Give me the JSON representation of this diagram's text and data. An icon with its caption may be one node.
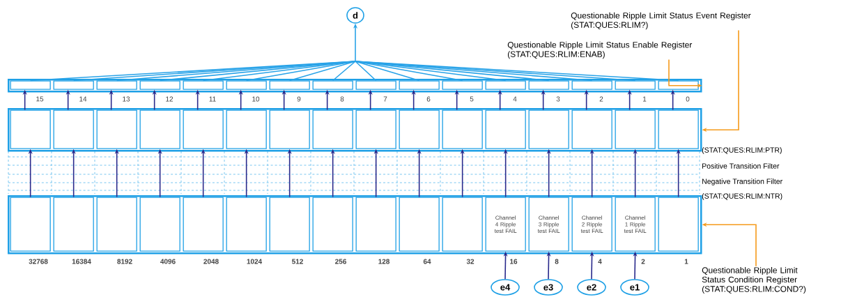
{
  "diagram": {
    "nodes": [
      {
        "text": [
          "d"
        ]
      },
      {
        "text": [
          "Questionable Ripple Limit Status Event Register (STAT:QUES:RLIM?)"
        ]
      },
      {
        "text": [
          "Questionable Ripple Limit Status Enable Register (STAT:QUES:RLIM:ENAB)"
        ]
      },
      {
        "text": [],
        "shape": "box"
      },
      {
        "text": [],
        "shape": "box",
        "in": 3
      },
      {
        "text": [],
        "shape": "box",
        "in": 3
      },
      {
        "text": [],
        "shape": "box",
        "in": 3
      },
      {
        "text": [],
        "shape": "box",
        "in": 3
      },
      {
        "text": [],
        "shape": "box",
        "in": 3
      },
      {
        "text": [],
        "shape": "box",
        "in": 3
      },
      {
        "text": [],
        "shape": "box",
        "in": 3
      },
      {
        "text": [],
        "shape": "box",
        "in": 3
      },
      {
        "text": [],
        "shape": "box",
        "in": 3
      },
      {
        "text": [],
        "shape": "box",
        "in": 3
      },
      {
        "text": [],
        "shape": "box",
        "in": 3
      },
      {
        "text": [],
        "shape": "box",
        "in": 3
      },
      {
        "text": [],
        "shape": "box",
        "in": 3
      },
      {
        "text": [],
        "shape": "box",
        "in": 3
      },
      {
        "text": [],
        "shape": "box",
        "in": 3
      },
      {
        "text": [],
        "shape": "box",
        "in": 3
      },
      {
        "text": [],
        "shape": "box"
      },
      {
        "text": [],
        "shape": "box",
        "in": 20
      },
      {
        "text": [],
        "shape": "box",
        "in": 20
      },
      {
        "text": [],
        "shape": "box",
        "in": 20
      },
      {
        "text": [],
        "shape": "box",
        "in": 20
      },
      {
        "text": [],
        "shape": "box",
        "in": 20
      },
      {
        "text": [],
        "shape": "box",
        "in": 20
      },
      {
        "text": [],
        "shape": "box",
        "in": 20
      },
      {
        "text": [],
        "shape": "box",
        "in": 20
      },
      {
        "text": [],
        "shape": "box",
        "in": 20
      },
      {
        "text": [],
        "shape": "box",
        "in": 20
      },
      {
        "text": [],
        "shape": "box",
        "in": 20
      },
      {
        "text": [],
        "shape": "box",
        "in": 20
      },
      {
        "text": [],
        "shape": "box",
        "in": 20
      },
      {
        "text": [],
        "shape": "box",
        "in": 20
      },
      {
        "text": [],
        "shape": "box",
        "in": 20
      },
      {
        "text": [],
        "shape": "box",
        "in": 20
      },
      {
        "text": [],
        "shape": "box"
      },
      {
        "text": [],
        "shape": "box",
        "in": 37
      },
      {
        "text": [],
        "shape": "box",
        "in": 37
      },
      {
        "text": [],
        "shape": "box",
        "in": 37
      },
      {
        "text": [],
        "shape": "box",
        "in": 37
      },
      {
        "text": [],
        "shape": "box",
        "in": 37
      },
      {
        "text": [],
        "shape": "box",
        "in": 37
      },
      {
        "text": [],
        "shape": "box",
        "in": 37
      },
      {
        "text": [],
        "shape": "box",
        "in": 37
      },
      {
        "text": [],
        "shape": "box",
        "in": 37
      },
      {
        "text": [],
        "shape": "box",
        "in": 37
      },
      {
        "text": [],
        "shape": "box",
        "in": 37
      },
      {
        "text": [
          "Channel 4 Ripple test FAIL"
        ],
        "in": 37
      },
      {
        "text": [
          "Channel 3 Ripple test FAIL"
        ],
        "in": 37
      },
      {
        "text": [
          "Channel 2 Ripple test FAIL"
        ],
        "in": 37
      },
      {
        "text": [
          "Channel 1 Ripple test FAIL"
        ],
        "in": 37
      },
      {
        "text": [],
        "shape": "box",
        "in": 37
      },
      {
        "text": [
          "Questionable Ripple Limit Status Condition Register (STAT:QUES:RLIM:COND?)"
        ]
      },
      {
        "text": [
          "e4"
        ]
      },
      {
        "text": [
          "e3"
        ]
      },
      {
        "text": [
          "e2"
        ]
      },
      {
        "text": [
          "e1"
        ]
      }
    ],
    "edges": [
      {
        "from": 4,
        "to": 0,
        "arrow": "to",
        "color": "#29a3e8"
      },
      {
        "from": 5,
        "to": 0,
        "arrow": "to",
        "color": "#29a3e8"
      },
      {
        "from": 6,
        "to": 0,
        "arrow": "to",
        "color": "#29a3e8"
      },
      {
        "from": 7,
        "to": 0,
        "arrow": "to",
        "color": "#29a3e8"
      },
      {
        "from": 8,
        "to": 0,
        "arrow": "to",
        "color": "#29a3e8"
      },
      {
        "from": 9,
        "to": 0,
        "arrow": "to",
        "color": "#29a3e8"
      },
      {
        "from": 10,
        "to": 0,
        "arrow": "to",
        "color": "#29a3e8"
      },
      {
        "from": 11,
        "to": 0,
        "arrow": "to",
        "color": "#29a3e8"
      },
      {
        "from": 12,
        "to": 0,
        "arrow": "to",
        "color": "#29a3e8"
      },
      {
        "from": 13,
        "to": 0,
        "arrow": "to",
        "color": "#29a3e8"
      },
      {
        "from": 14,
        "to": 0,
        "arrow": "to",
        "color": "#29a3e8"
      },
      {
        "from": 15,
        "to": 0,
        "arrow": "to",
        "color": "#29a3e8"
      },
      {
        "from": 16,
        "to": 0,
        "arrow": "to",
        "color": "#29a3e8"
      },
      {
        "from": 17,
        "to": 0,
        "arrow": "to",
        "color": "#29a3e8"
      },
      {
        "from": 18,
        "to": 0,
        "arrow": "to",
        "color": "#29a3e8"
      },
      {
        "from": 19,
        "to": 0,
        "arrow": "to",
        "color": "#29a3e8"
      },
      {
        "from": 21,
        "to": 4,
        "arrow": "to"
      },
      {
        "from": 22,
        "to": 5,
        "arrow": "to"
      },
      {
        "from": 23,
        "to": 6,
        "arrow": "to"
      },
      {
        "from": 24,
        "to": 7,
        "arrow": "to"
      },
      {
        "from": 25,
        "to": 8,
        "arrow": "to"
      },
      {
        "from": 26,
        "to": 9,
        "arrow": "to"
      },
      {
        "from": 27,
        "to": 10,
        "arrow": "to"
      },
      {
        "from": 28,
        "to": 11,
        "arrow": "to"
      },
      {
        "from": 29,
        "to": 12,
        "arrow": "to"
      },
      {
        "from": 30,
        "to": 13,
        "arrow": "to"
      },
      {
        "from": 31,
        "to": 14,
        "arrow": "to"
      },
      {
        "from": 32,
        "to": 15,
        "arrow": "to"
      },
      {
        "from": 33,
        "to": 16,
        "arrow": "to"
      },
      {
        "from": 34,
        "to": 17,
        "arrow": "to"
      },
      {
        "from": 35,
        "to": 18,
        "arrow": "to"
      },
      {
        "from": 36,
        "to": 19,
        "arrow": "to"
      },
      {
        "from": 38,
        "to": 21,
        "arrow": "to"
      },
      {
        "from": 39,
        "to": 22,
        "arrow": "to"
      },
      {
        "from": 40,
        "to": 23,
        "arrow": "to"
      },
      {
        "from": 41,
        "to": 24,
        "arrow": "to"
      },
      {
        "from": 42,
        "to": 25,
        "arrow": "to"
      },
      {
        "from": 43,
        "to": 26,
        "arrow": "to"
      },
      {
        "from": 44,
        "to": 27,
        "arrow": "to"
      },
      {
        "from": 45,
        "to": 28,
        "arrow": "to"
      },
      {
        "from": 46,
        "to": 29,
        "arrow": "to"
      },
      {
        "from": 47,
        "to": 30,
        "arrow": "to"
      },
      {
        "from": 48,
        "to": 31,
        "arrow": "to"
      },
      {
        "from": 49,
        "to": 32,
        "arrow": "to"
      },
      {
        "from": 50,
        "to": 33,
        "arrow": "to"
      },
      {
        "from": 51,
        "to": 34,
        "arrow": "to"
      },
      {
        "from": 52,
        "to": 35,
        "arrow": "to"
      },
      {
        "from": 53,
        "to": 36,
        "arrow": "to"
      },
      {
        "from": 55,
        "to": 49,
        "arrow": "to"
      },
      {
        "from": 56,
        "to": 50,
        "arrow": "to"
      },
      {
        "from": 57,
        "to": 51,
        "arrow": "to"
      },
      {
        "from": 58,
        "to": 52,
        "arrow": "to"
      },
      {
        "from": 1,
        "to": 20,
        "arrow": "to",
        "color": "#f59a1b"
      },
      {
        "from": 2,
        "to": 3,
        "arrow": "to",
        "color": "#f59a1b"
      },
      {
        "from": 54,
        "to": 37,
        "arrow": "to",
        "color": "#f59a1b"
      }
    ],
    "labels": [
      "15",
      "14",
      "13",
      "12",
      "11",
      "10",
      "9",
      "8",
      "7",
      "6",
      "5",
      "4",
      "3",
      "2",
      "1",
      "0",
      "(STAT:QUES:RLIM:PTR)",
      "Positive Transition Filter",
      "Negative Transition Filter",
      "(STAT:QUES:RLIM:NTR)",
      "32768",
      "16384",
      "8192",
      "4096",
      "2048",
      "1024",
      "512",
      "256",
      "128",
      "64",
      "32",
      "16",
      "8",
      "4",
      "2",
      "1"
    ]
  }
}
